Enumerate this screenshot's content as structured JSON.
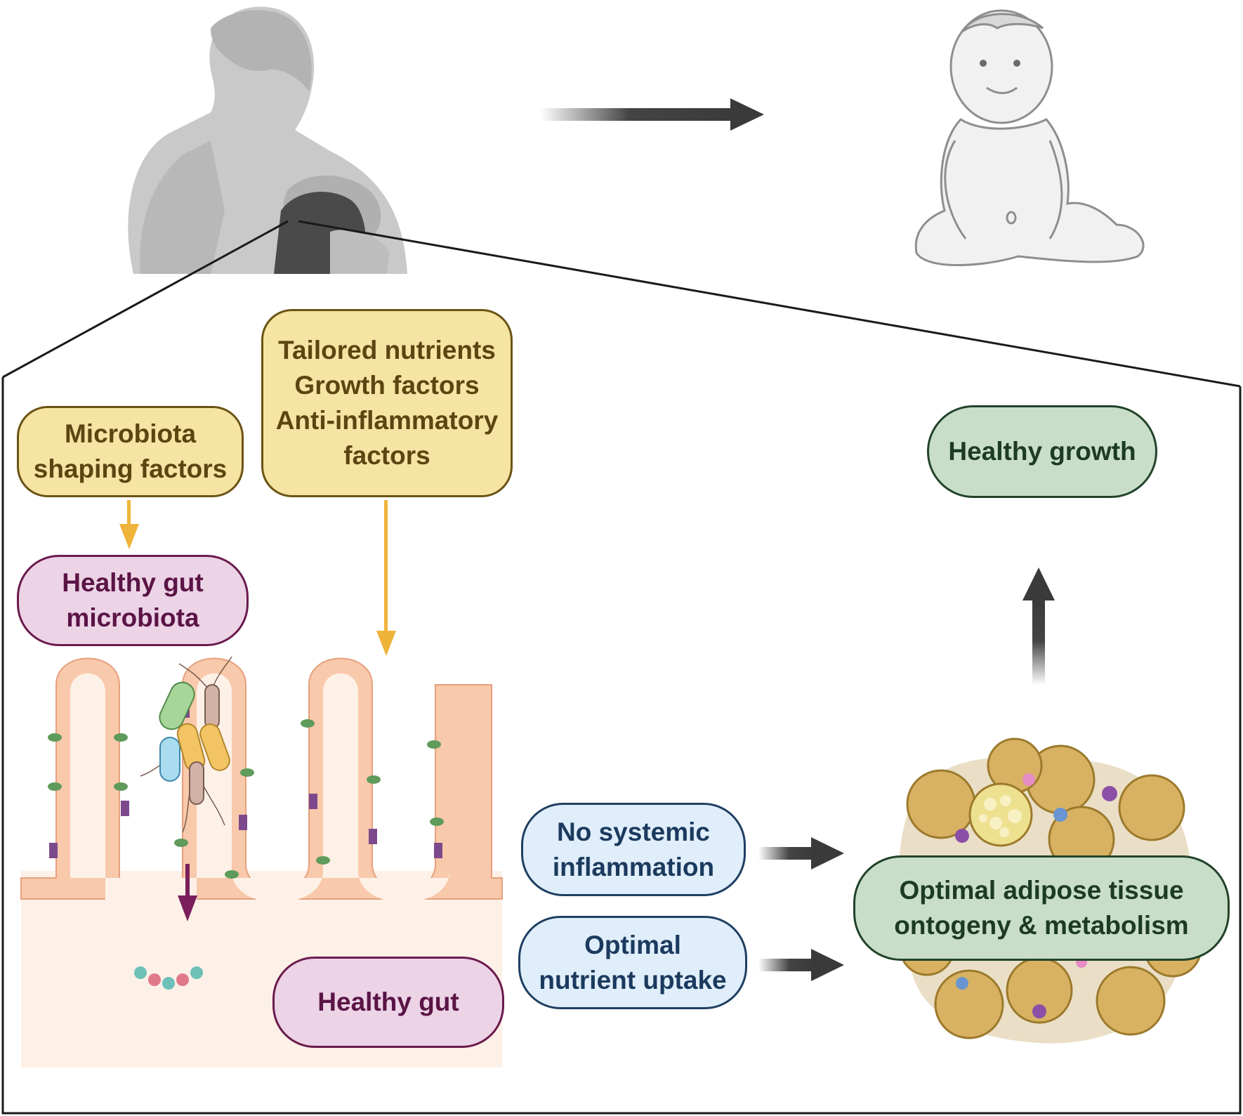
{
  "boxes": {
    "microbiota_factors": {
      "lines": [
        "Microbiota",
        "shaping factors"
      ]
    },
    "milk_components": {
      "lines": [
        "Tailored nutrients",
        "Growth factors",
        "Anti-inflammatory",
        "factors"
      ]
    },
    "healthy_gut_microbiota": {
      "lines": [
        "Healthy gut",
        "microbiota"
      ]
    },
    "healthy_gut": {
      "lines": [
        "Healthy gut"
      ]
    },
    "no_inflammation": {
      "lines": [
        "No systemic",
        "inflammation"
      ]
    },
    "nutrient_uptake": {
      "lines": [
        "Optimal",
        "nutrient uptake"
      ]
    },
    "adipose": {
      "lines": [
        "Optimal adipose tissue",
        "ontogeny & metabolism"
      ]
    },
    "healthy_growth": {
      "lines": [
        "Healthy growth"
      ]
    }
  },
  "colors": {
    "yellow_fill": "#f5e4a3",
    "pink_fill": "#ecd3e6",
    "blue_fill": "#dfeefa",
    "green_fill": "#c9dec9",
    "orange_arrow": "#f0b33a",
    "purple_arrow": "#7a1f5c",
    "dark_arrow": "#3c3c3c"
  },
  "icons": {
    "mother": "breastfeeding-mother-illustration",
    "infant": "sitting-infant-illustration",
    "gut": "intestinal-villi-illustration",
    "bacteria": "gut-bacteria-icon",
    "adipose": "adipose-tissue-cluster-illustration"
  }
}
